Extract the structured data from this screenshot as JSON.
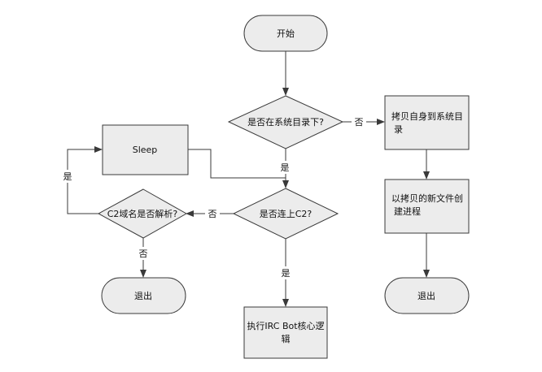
{
  "nodes": {
    "start": "开始",
    "in_sysdir": "是否在系统目录下?",
    "copy_self_1": "拷贝自身到系统目",
    "copy_self_2": "录",
    "sleep": "Sleep",
    "new_proc_1": "以拷贝的新文件创",
    "new_proc_2": "建进程",
    "connected_c2": "是否连上C2?",
    "c2_resolved": "C2域名是否解析?",
    "exit_left": "退出",
    "exit_right": "退出",
    "irc_1": "执行IRC Bot核心逻",
    "irc_2": "辑"
  },
  "edges": {
    "sysdir_no": "否",
    "sysdir_yes": "是",
    "c2_no": "否",
    "resolve_yes": "是",
    "resolve_no": "否",
    "c2_yes": "是"
  },
  "colors": {
    "fill": "#ececec",
    "stroke": "#3a3a3a"
  }
}
